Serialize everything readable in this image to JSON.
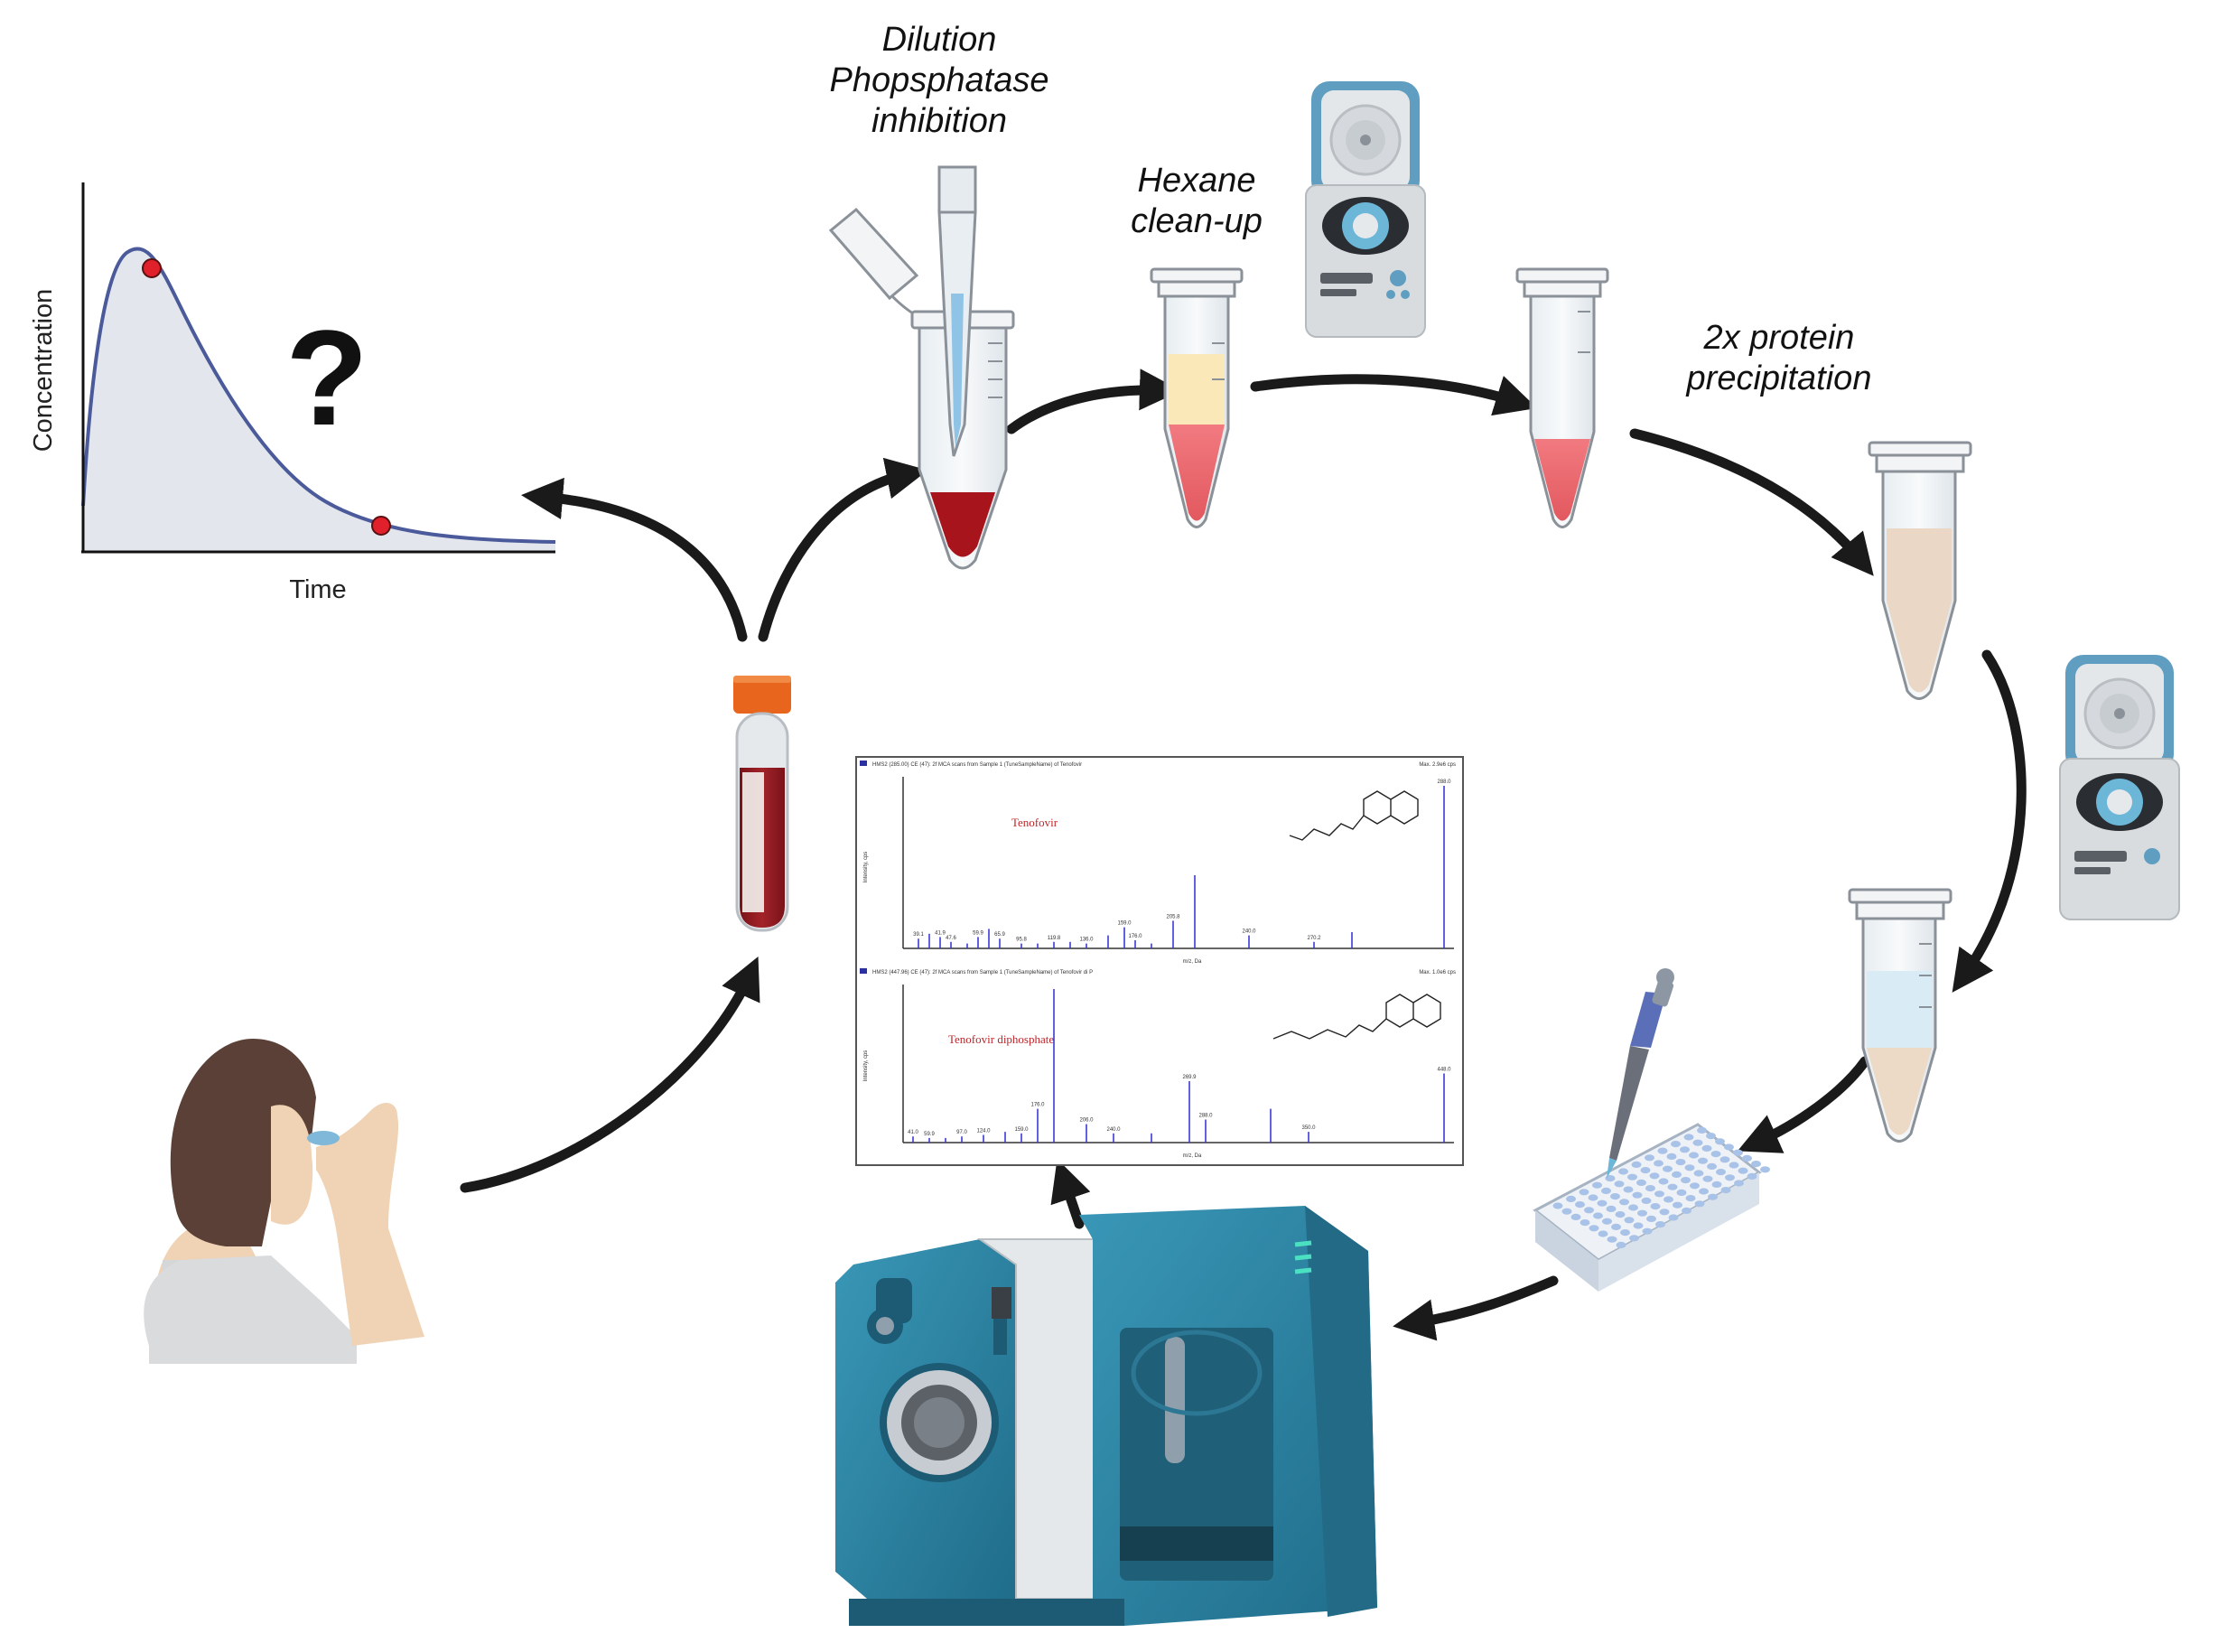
{
  "pk_plot": {
    "ylabel": "Concentration",
    "xlabel": "Time",
    "question": "?"
  },
  "steps": {
    "dilution": [
      "Dilution",
      "Phopsphatase",
      "inhibition"
    ],
    "hexane": [
      "Hexane",
      "clean-up"
    ],
    "precipitation": [
      "2x protein",
      "precipitation"
    ]
  },
  "spectra": {
    "top": {
      "header": "HMS2 (285.00) CE (47): 2f MCA scans from Sample 1 (TuneSampleName) of Tenofovir",
      "max": "Max. 2.9e6 cps",
      "compound": "Tenofovir",
      "peak_labels": [
        "39.1",
        "41.9",
        "47.6",
        "59.9",
        "65.9",
        "95.8",
        "119.8",
        "136.0",
        "159.0",
        "176.0",
        "205.8",
        "240.0",
        "270.2",
        "288.0"
      ]
    },
    "bottom": {
      "header": "HMS2 (447.96) CE (47): 2f MCA scans from Sample 1 (TuneSampleName) of Tenofovir di P",
      "max": "Max. 1.0e6 cps",
      "compound": "Tenofovir diphosphate",
      "peak_labels": [
        "41.0",
        "59.9",
        "97.0",
        "124.0",
        "159.0",
        "176.0",
        "206.0",
        "240.0",
        "269.9",
        "288.0",
        "350.0",
        "448.0"
      ]
    },
    "x_axis_unit": "m/z, Da",
    "y_axis_unit": "Intensity, cps"
  },
  "colors": {
    "curve": "#4a5a9a",
    "curve_fill": "#e3e6ec",
    "marker": "#e0202a",
    "blood": "#9b1b22",
    "instrument": "#2f86a6",
    "spectrum": "#3b3bd6"
  }
}
